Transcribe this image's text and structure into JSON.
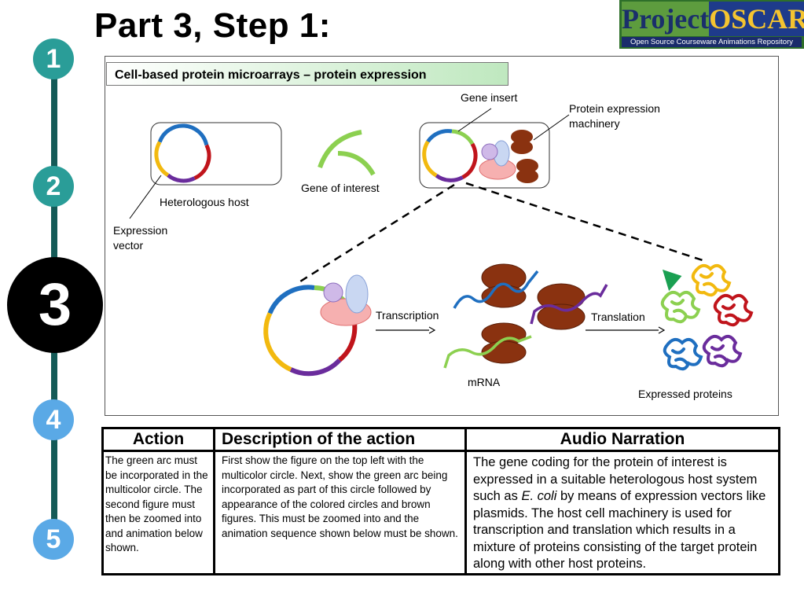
{
  "header": {
    "title": "Part 3, Step 1:"
  },
  "logo": {
    "word1": "Project",
    "word2": "OSCAR",
    "tagline": "Open Source Courseware Animations Repository"
  },
  "steps": [
    "1",
    "2",
    "3",
    "4",
    "5"
  ],
  "figure": {
    "caption": "Cell-based protein microarrays – protein expression",
    "labels": {
      "gene_insert": "Gene insert",
      "protein_machinery_1": "Protein expression",
      "protein_machinery_2": "machinery",
      "heterologous_host": "Heterologous host",
      "gene_of_interest": "Gene of interest",
      "expression_vector_1": "Expression",
      "expression_vector_2": "vector",
      "transcription": "Transcription",
      "translation": "Translation",
      "mrna": "mRNA",
      "expressed_proteins": "Expressed proteins"
    }
  },
  "table": {
    "headers": [
      "Action",
      "Description of the action",
      "Audio Narration"
    ],
    "action": "The green arc must be incorporated in the multicolor circle. The second figure must then be zoomed into and animation below shown.",
    "description": "First show the figure on the top left with the multicolor circle. Next, show the green arc  being incorporated as part of this circle followed by appearance of the colored circles and brown figures. This must be zoomed into and the animation sequence shown below must be shown.",
    "narration_before": "The gene coding for the protein of interest is expressed in a suitable heterologous host system such as ",
    "narration_italic": "E. coli",
    "narration_after": " by means of expression vectors like plasmids. The host cell machinery is used for transcription and translation which results in a mixture of proteins consisting of the target protein along with other host proteins."
  },
  "colors": {
    "rail": "#145a57",
    "step_teal": "#2a9d98",
    "step_active": "#000000",
    "step_blue": "#5aa9e6",
    "plasmid_blue": "#1f6fc0",
    "plasmid_red": "#c0141b",
    "plasmid_purple": "#6a2c9c",
    "plasmid_yellow": "#f2b90f",
    "gene_green": "#8cd050",
    "ribosome_brown": "#8a3210"
  }
}
